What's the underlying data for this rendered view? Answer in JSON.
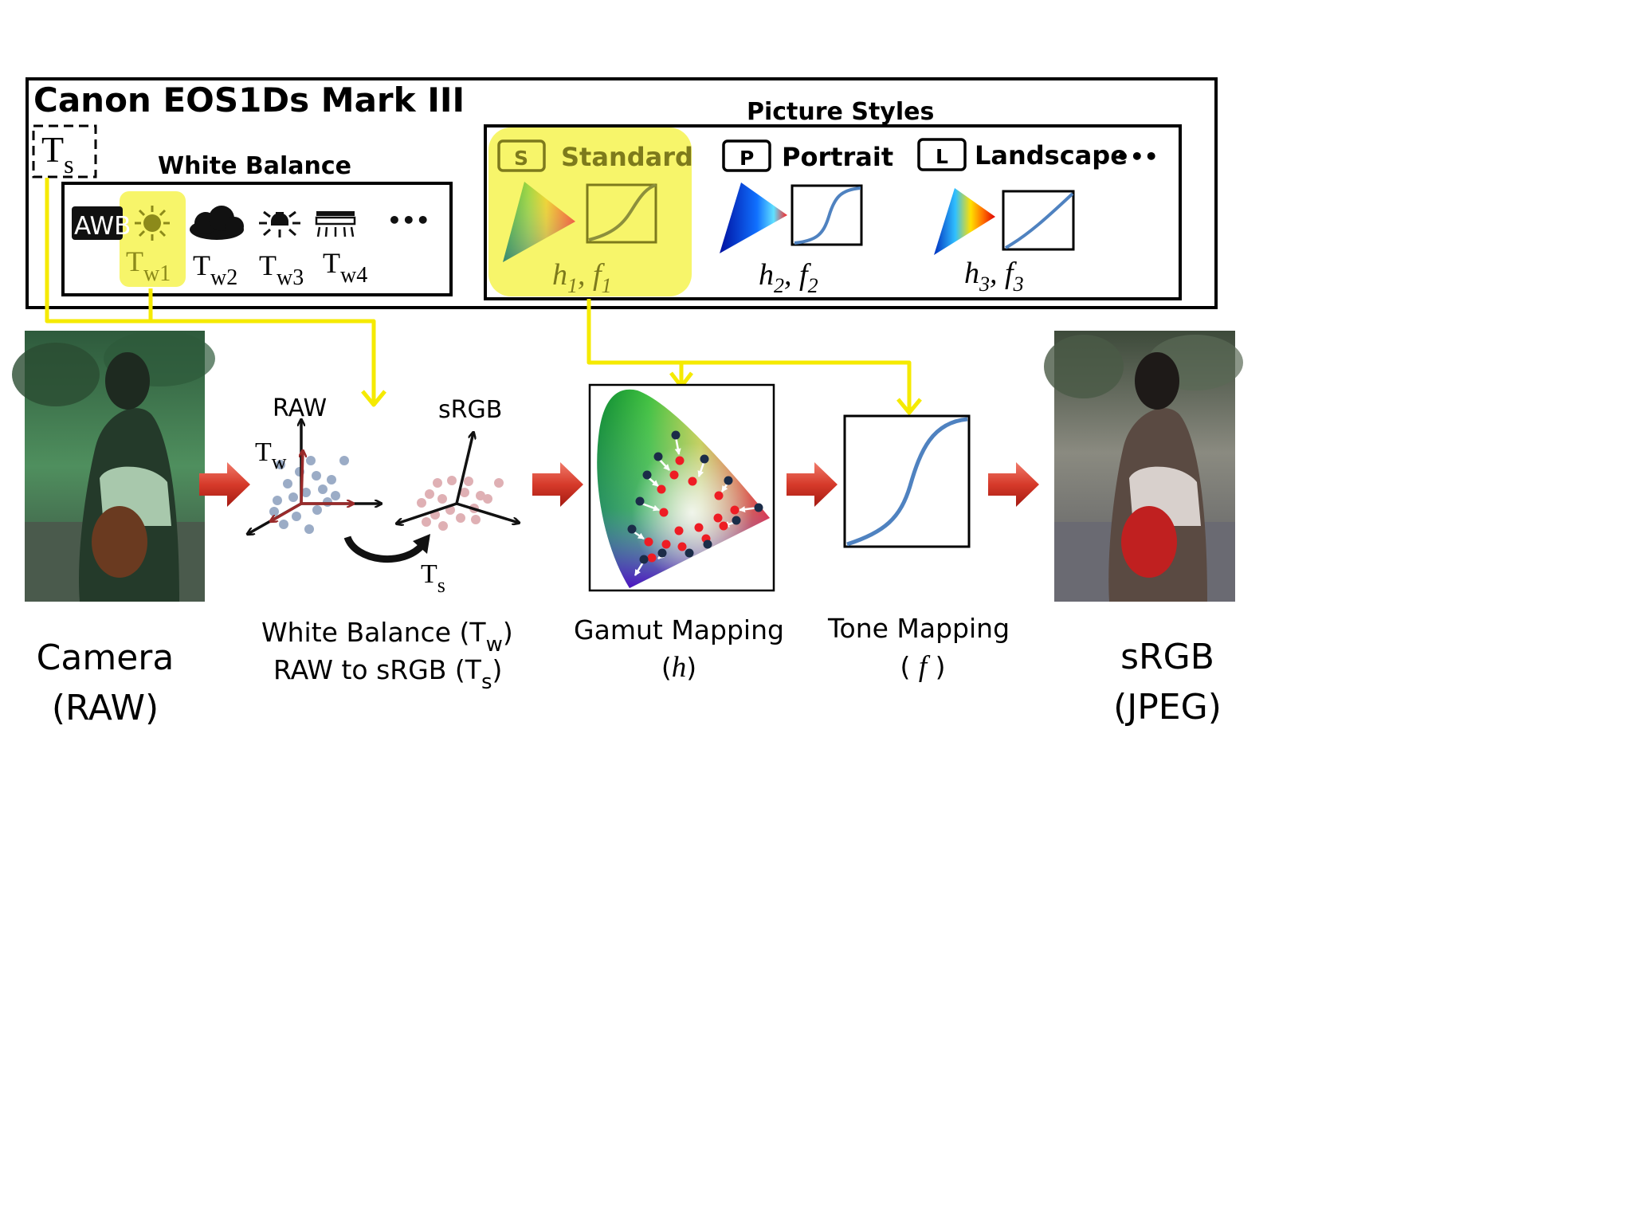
{
  "camera_panel": {
    "title": "Canon EOS1Ds Mark III",
    "ts_label": "T",
    "ts_sub": "s"
  },
  "white_balance": {
    "title": "White Balance",
    "awb_label": "AWB",
    "ellipsis": "•••",
    "presets": [
      {
        "icon": "sun-icon",
        "label": "T",
        "sub": "w1",
        "highlighted": true
      },
      {
        "icon": "cloud-icon",
        "label": "T",
        "sub": "w2",
        "highlighted": false
      },
      {
        "icon": "bulb-icon",
        "label": "T",
        "sub": "w3",
        "highlighted": false
      },
      {
        "icon": "fluorescent-icon",
        "label": "T",
        "sub": "w4",
        "highlighted": false
      }
    ]
  },
  "picture_styles": {
    "title": "Picture Styles",
    "more": "•••",
    "styles": [
      {
        "badge": "S",
        "name": "Standard",
        "caption_h": "h",
        "caption_h_sub": "1",
        "caption_sep": ", ",
        "caption_f": "f",
        "caption_f_sub": "1",
        "highlighted": true
      },
      {
        "badge": "P",
        "name": "Portrait",
        "caption_h": "h",
        "caption_h_sub": "2",
        "caption_sep": ", ",
        "caption_f": "f",
        "caption_f_sub": "2",
        "highlighted": false
      },
      {
        "badge": "L",
        "name": "Landscape",
        "caption_h": "h",
        "caption_h_sub": "3",
        "caption_sep": ", ",
        "caption_f": "f",
        "caption_f_sub": "3",
        "highlighted": false
      }
    ]
  },
  "pipeline": {
    "camera": {
      "line1": "Camera",
      "line2": "(RAW)"
    },
    "wb_stage": {
      "axis_raw": "RAW",
      "axis_srgb": "sRGB",
      "tw_label": "T",
      "tw_sub": "w",
      "ts_label": "T",
      "ts_sub": "s",
      "line1_text": "White Balance (T",
      "line1_sub": "w",
      "line1_end": ")",
      "line2_text": "RAW to sRGB (T",
      "line2_sub": "s",
      "line2_end": ")"
    },
    "gamut": {
      "line1": "Gamut Mapping",
      "line2_open": "(",
      "line2_sym": "h",
      "line2_close": ")"
    },
    "tone": {
      "line1": "Tone Mapping",
      "line2_open": "( ",
      "line2_sym": "f",
      "line2_close": " )"
    },
    "output": {
      "line1": "sRGB",
      "line2": "(JPEG)"
    }
  },
  "colors": {
    "highlight": "#f7f56a",
    "connector": "#f5ea00",
    "arrow": "#d63a2a",
    "curve": "#4f82c0",
    "raw_points": "#4a6a99",
    "srgb_points": "#c0646c",
    "red_dot": "#ee1c24",
    "navy_dot": "#1b2c48",
    "standard_text": "#7d7a1c"
  }
}
